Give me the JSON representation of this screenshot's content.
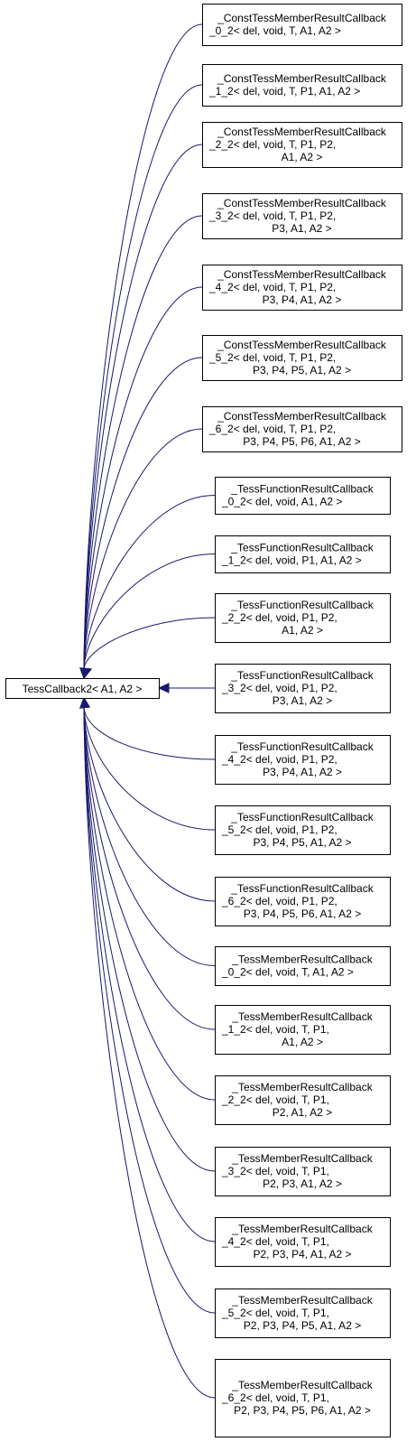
{
  "base_node": {
    "label": [
      "TessCallback2< A1, A2 >"
    ]
  },
  "derived_nodes": [
    {
      "label": [
        "_ConstTessMemberResultCallback",
        "_0_2< del, void, T, A1, A2 >"
      ]
    },
    {
      "label": [
        "_ConstTessMemberResultCallback",
        "_1_2< del, void, T, P1, A1, A2 >"
      ]
    },
    {
      "label": [
        "_ConstTessMemberResultCallback",
        "_2_2< del, void, T, P1, P2,",
        "A1, A2 >"
      ]
    },
    {
      "label": [
        "_ConstTessMemberResultCallback",
        "_3_2< del, void, T, P1, P2,",
        "P3, A1, A2 >"
      ]
    },
    {
      "label": [
        "_ConstTessMemberResultCallback",
        "_4_2< del, void, T, P1, P2,",
        "P3, P4, A1, A2 >"
      ]
    },
    {
      "label": [
        "_ConstTessMemberResultCallback",
        "_5_2< del, void, T, P1, P2,",
        "P3, P4, P5, A1, A2 >"
      ]
    },
    {
      "label": [
        "_ConstTessMemberResultCallback",
        "_6_2< del, void, T, P1, P2,",
        "P3, P4, P5, P6, A1, A2 >"
      ]
    },
    {
      "label": [
        "_TessFunctionResultCallback",
        "_0_2< del, void, A1, A2 >"
      ]
    },
    {
      "label": [
        "_TessFunctionResultCallback",
        "_1_2< del, void, P1, A1, A2 >"
      ]
    },
    {
      "label": [
        "_TessFunctionResultCallback",
        "_2_2< del, void, P1, P2,",
        "A1, A2 >"
      ]
    },
    {
      "label": [
        "_TessFunctionResultCallback",
        "_3_2< del, void, P1, P2,",
        "P3, A1, A2 >"
      ]
    },
    {
      "label": [
        "_TessFunctionResultCallback",
        "_4_2< del, void, P1, P2,",
        "P3, P4, A1, A2 >"
      ]
    },
    {
      "label": [
        "_TessFunctionResultCallback",
        "_5_2< del, void, P1, P2,",
        "P3, P4, P5, A1, A2 >"
      ]
    },
    {
      "label": [
        "_TessFunctionResultCallback",
        "_6_2< del, void, P1, P2,",
        "P3, P4, P5, P6, A1, A2 >"
      ]
    },
    {
      "label": [
        "_TessMemberResultCallback",
        "_0_2< del, void, T, A1, A2 >"
      ]
    },
    {
      "label": [
        "_TessMemberResultCallback",
        "_1_2< del, void, T, P1,",
        "A1, A2 >"
      ]
    },
    {
      "label": [
        "_TessMemberResultCallback",
        "_2_2< del, void, T, P1,",
        "P2, A1, A2 >"
      ]
    },
    {
      "label": [
        "_TessMemberResultCallback",
        "_3_2< del, void, T, P1,",
        "P2, P3, A1, A2 >"
      ]
    },
    {
      "label": [
        "_TessMemberResultCallback",
        "_4_2< del, void, T, P1,",
        "P2, P3, P4, A1, A2 >"
      ]
    },
    {
      "label": [
        "_TessMemberResultCallback",
        "_5_2< del, void, T, P1,",
        "P2, P3, P4, P5, A1, A2 >"
      ]
    },
    {
      "label": [
        "_TessMemberResultCallback",
        "_6_2< del, void, T, P1,",
        "P2, P3, P4, P5, P6, A1, A2 >"
      ]
    }
  ],
  "colors": {
    "edge": "#191970",
    "node_border": "#000000",
    "node_fill": "#ffffff",
    "text": "#000000"
  }
}
